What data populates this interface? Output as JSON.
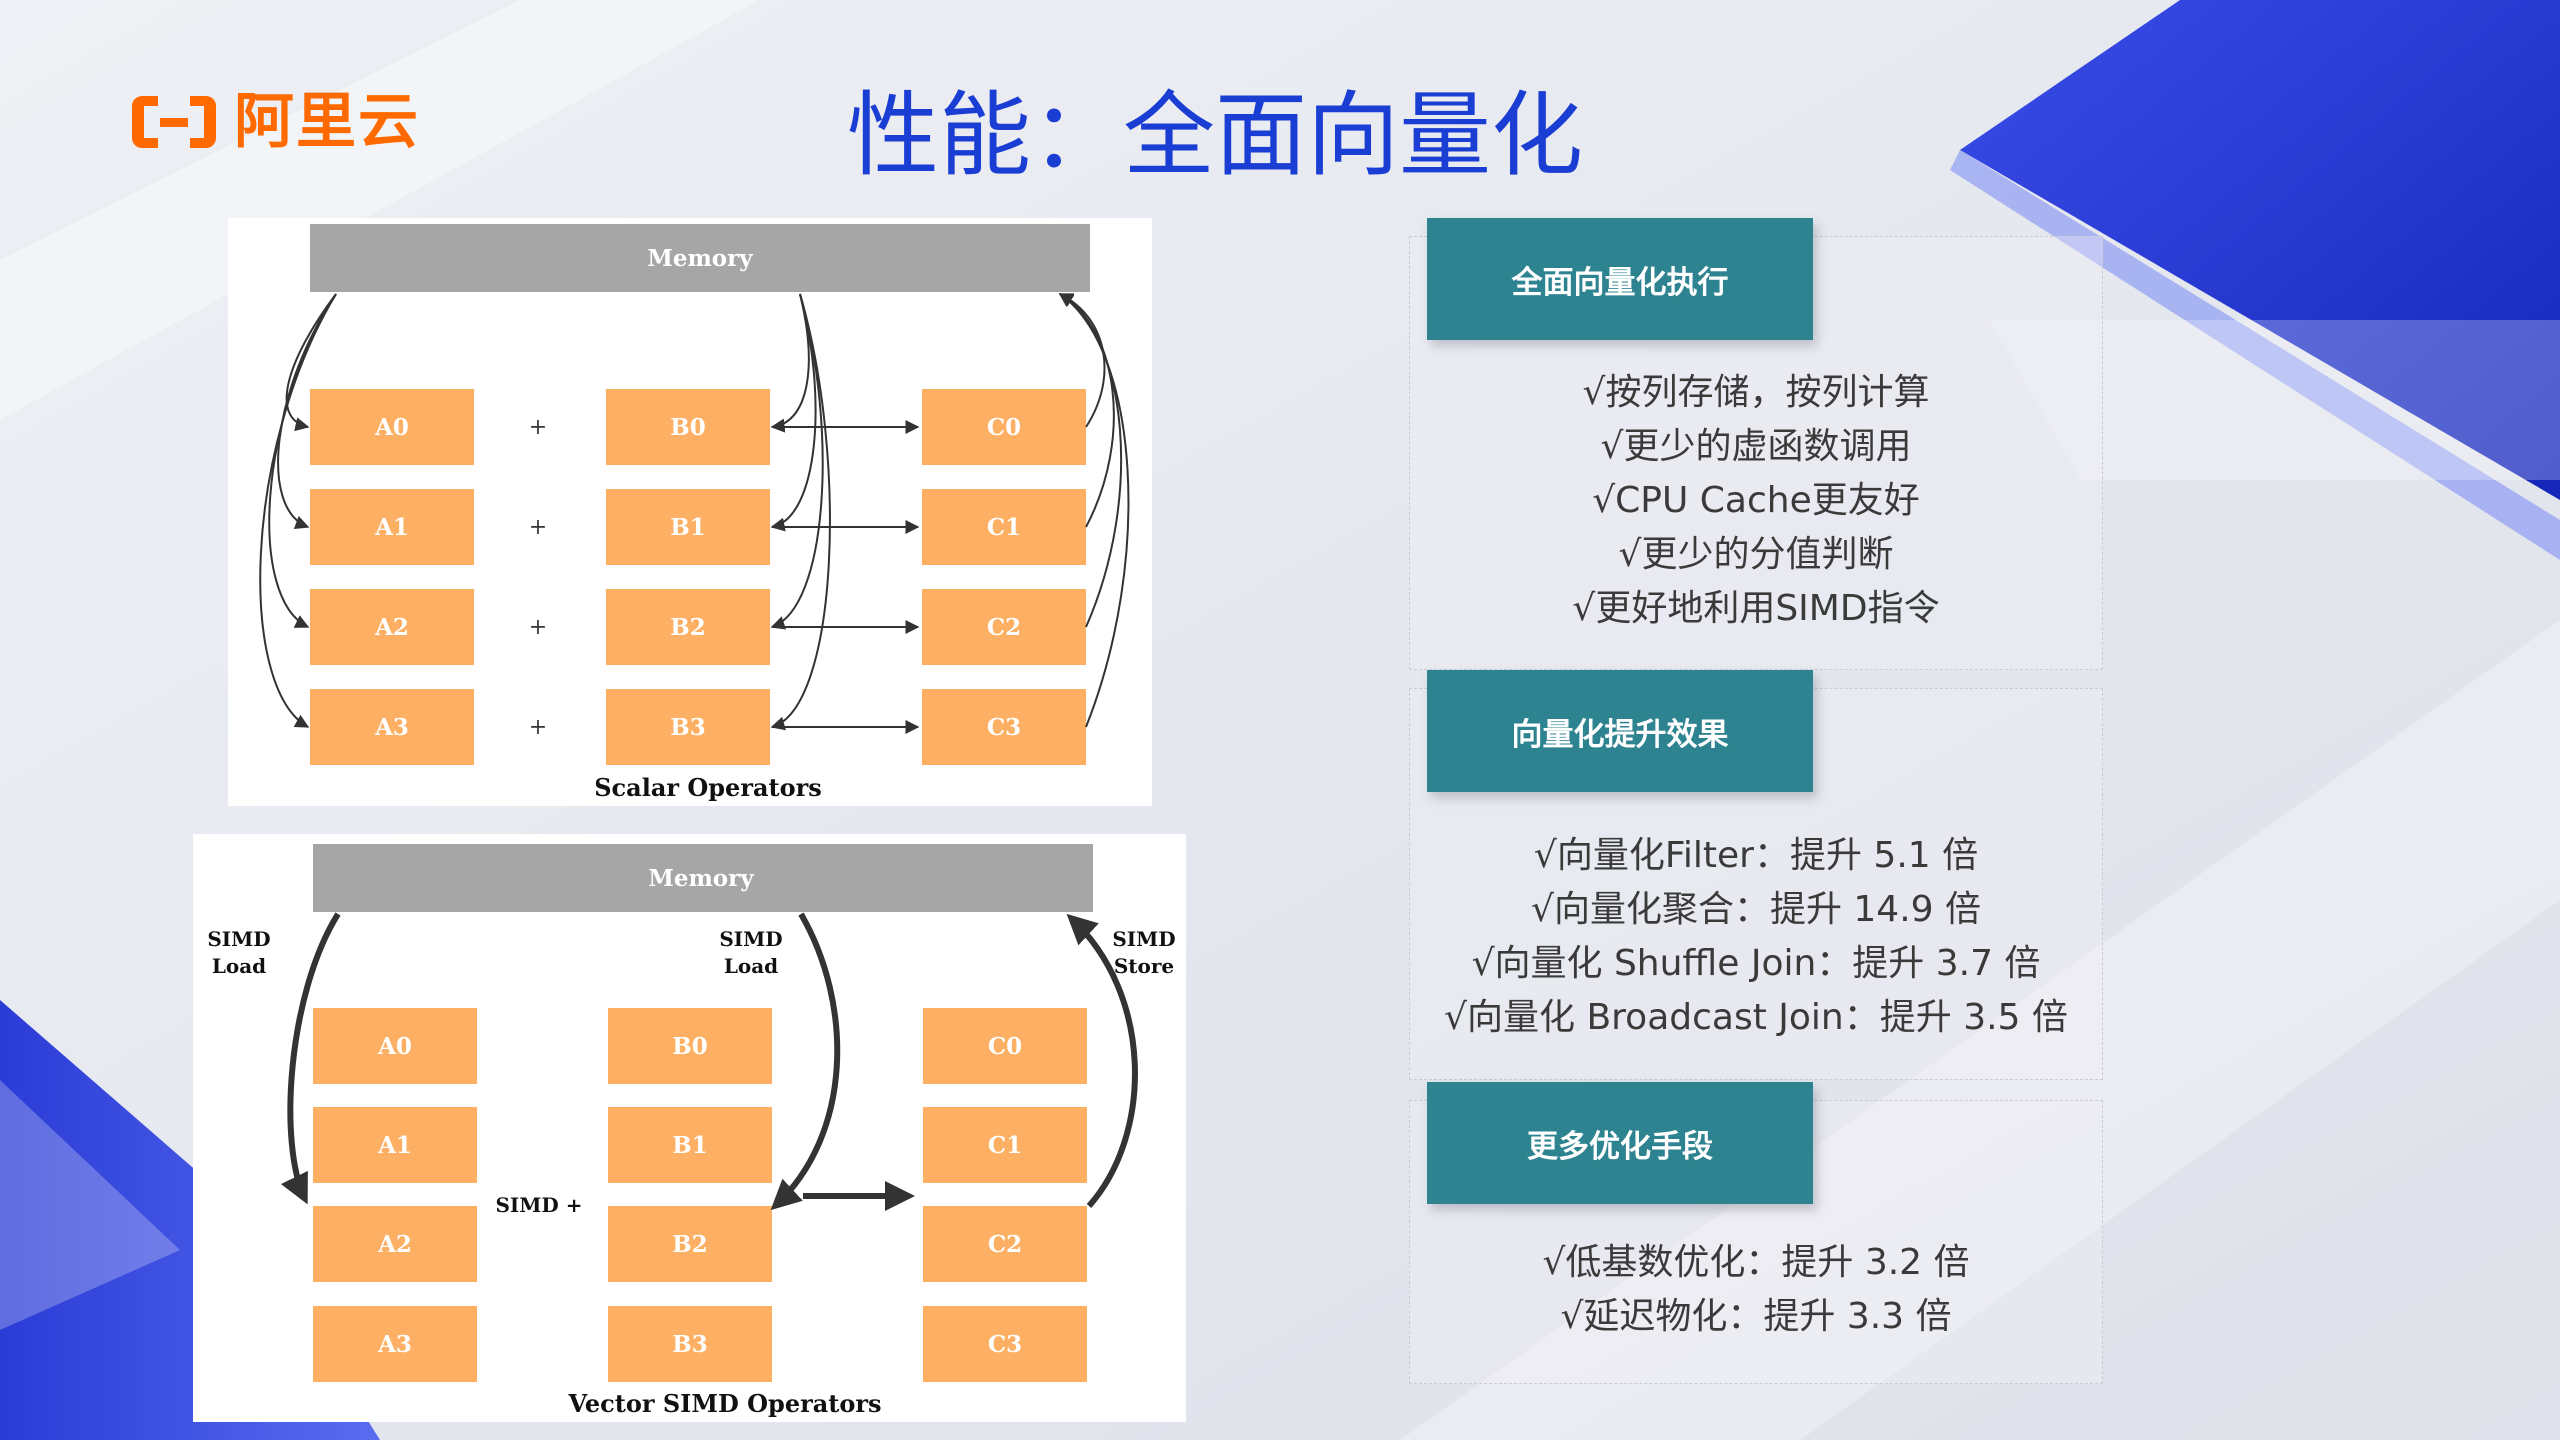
{
  "logo": {
    "text": "阿里云",
    "color": "#ff6a00"
  },
  "title": "性能：全面向量化",
  "colors": {
    "title": "#1a3dd4",
    "section_header": "#2e8390",
    "box": "#fdb063",
    "memory": "#a6a6a6"
  },
  "scalar_diagram": {
    "memory_label": "Memory",
    "a_boxes": [
      "A0",
      "A1",
      "A2",
      "A3"
    ],
    "b_boxes": [
      "B0",
      "B1",
      "B2",
      "B3"
    ],
    "c_boxes": [
      "C0",
      "C1",
      "C2",
      "C3"
    ],
    "operator": "+",
    "caption": "Scalar Operators"
  },
  "simd_diagram": {
    "memory_label": "Memory",
    "a_boxes": [
      "A0",
      "A1",
      "A2",
      "A3"
    ],
    "b_boxes": [
      "B0",
      "B1",
      "B2",
      "B3"
    ],
    "c_boxes": [
      "C0",
      "C1",
      "C2",
      "C3"
    ],
    "load_left": [
      "SIMD",
      "Load"
    ],
    "load_mid": [
      "SIMD",
      "Load"
    ],
    "store": [
      "SIMD",
      "Store"
    ],
    "operator": "SIMD +",
    "caption": "Vector SIMD Operators"
  },
  "sections": [
    {
      "header": "全面向量化执行",
      "items": [
        "√按列存储，按列计算",
        "√更少的虚函数调用",
        "√CPU Cache更友好",
        "√更少的分值判断",
        "√更好地利用SIMD指令"
      ]
    },
    {
      "header": "向量化提升效果",
      "items": [
        "√向量化Filter：提升 5.1 倍",
        "√向量化聚合：提升 14.9 倍",
        "√向量化 Shuffle Join：提升 3.7 倍",
        "√向量化 Broadcast Join：提升 3.5 倍"
      ]
    },
    {
      "header": "更多优化手段",
      "items": [
        "√低基数优化：提升 3.2 倍",
        "√延迟物化：提升 3.3 倍"
      ]
    }
  ]
}
